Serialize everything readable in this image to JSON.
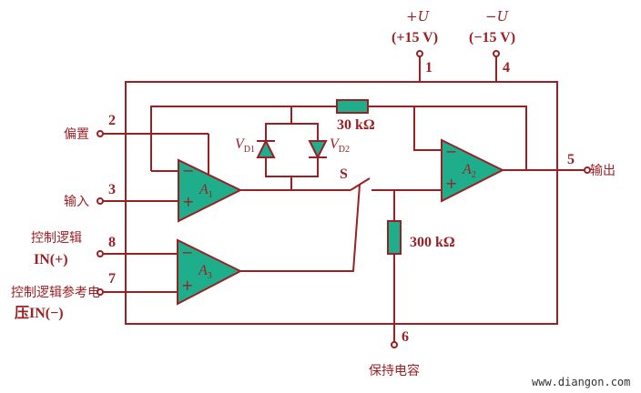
{
  "supply": {
    "pos_label": "+U",
    "pos_value": "(+15 V)",
    "neg_label": "−U",
    "neg_value": "(−15 V)"
  },
  "pins": {
    "p1": "1",
    "p4": "4",
    "p2": "2",
    "p3": "3",
    "p5": "5",
    "p6": "6",
    "p7": "7",
    "p8": "8"
  },
  "labels": {
    "bias": "偏置",
    "input": "输入",
    "output": "输出",
    "ctrl_logic": "控制逻辑",
    "ctrl_in_pos": "IN(+)",
    "ctrl_ref_1": "控制逻辑参考电",
    "ctrl_ref_2": "压IN(−)",
    "hold_cap": "保持电容"
  },
  "components": {
    "r1": "30 kΩ",
    "r2": "300 kΩ",
    "switch": "S",
    "vd1": "V",
    "vd1_sub": "D1",
    "vd2": "V",
    "vd2_sub": "D2",
    "a1": "A",
    "a1_sub": "1",
    "a2": "A",
    "a2_sub": "2",
    "a3": "A",
    "a3_sub": "3"
  },
  "watermark": "www.diangon.com",
  "colors": {
    "line": "#9a2024",
    "fill": "#1fae8c"
  }
}
